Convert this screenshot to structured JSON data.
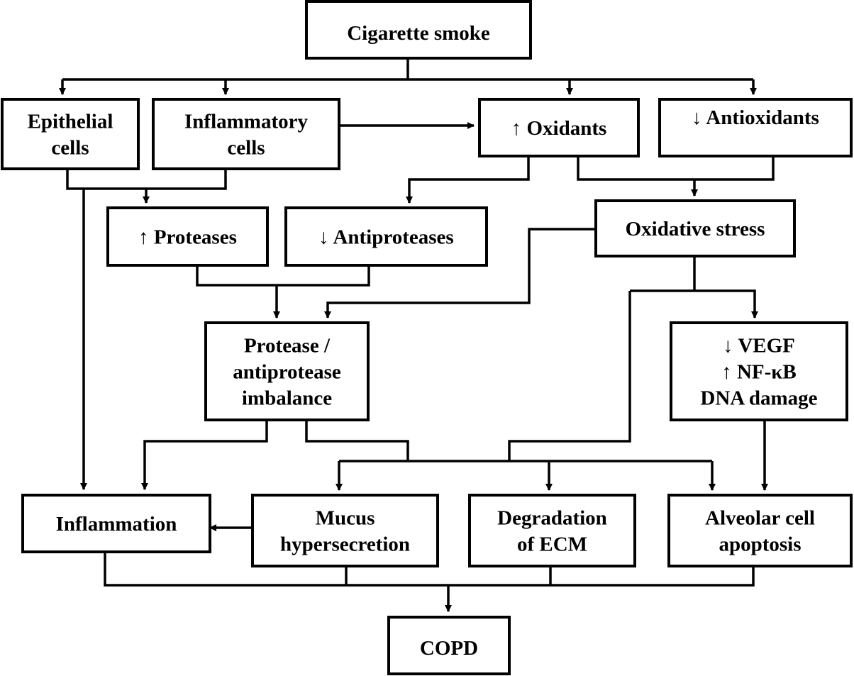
{
  "nodes": {
    "cigarette_smoke": [
      "Cigarette smoke"
    ],
    "epithelial_cells": [
      "Epithelial",
      "cells"
    ],
    "inflammatory_cells": [
      "Inflammatory",
      "cells"
    ],
    "oxidants": [
      "↑ Oxidants"
    ],
    "antioxidants": [
      "↓ Antioxidants"
    ],
    "proteases": [
      "↑ Proteases"
    ],
    "antiproteases": [
      "↓ Antiproteases"
    ],
    "oxidative_stress": [
      "Oxidative stress"
    ],
    "imbalance": [
      "Protease /",
      "antiprotease",
      "imbalance"
    ],
    "vegf": [
      "↓ VEGF",
      "↑ NF-κB",
      "DNA damage"
    ],
    "inflammation": [
      "Inflammation"
    ],
    "mucus": [
      "Mucus",
      "hypersecretion"
    ],
    "ecm": [
      "Degradation",
      "of ECM"
    ],
    "apoptosis": [
      "Alveolar cell",
      "apoptosis"
    ],
    "copd": [
      "COPD"
    ]
  }
}
